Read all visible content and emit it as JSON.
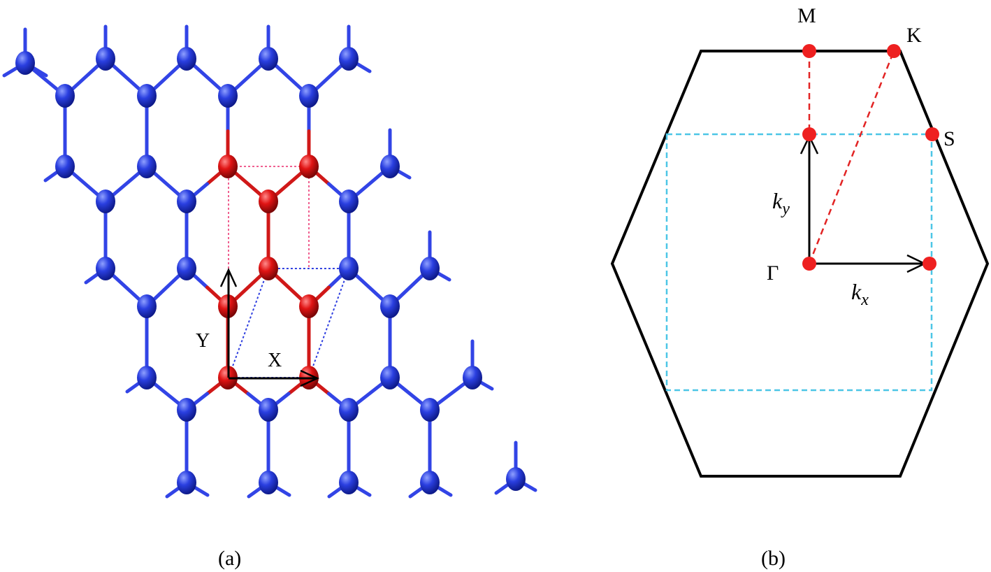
{
  "panel_a": {
    "caption": "(a)",
    "axis_x_label": "X",
    "axis_y_label": "Y",
    "colors": {
      "atom": "#2a3fe0",
      "atom_highlight": "#e01414",
      "bond": "#3244e6",
      "bond_highlight": "#d01818",
      "cell_rect": "#f06090",
      "cell_oblique": "#3040e0",
      "arrow": "#000000"
    }
  },
  "panel_b": {
    "caption": "(b)",
    "points": {
      "gamma": "Γ",
      "m": "M",
      "k": "K",
      "s": "S"
    },
    "kx_base": "k",
    "kx_sub": "x",
    "ky_base": "k",
    "ky_sub": "y",
    "colors": {
      "hexagon": "#000000",
      "rect_zone": "#4cc6e6",
      "path": "#e22424",
      "point": "#ee2020",
      "arrow": "#000000"
    }
  }
}
